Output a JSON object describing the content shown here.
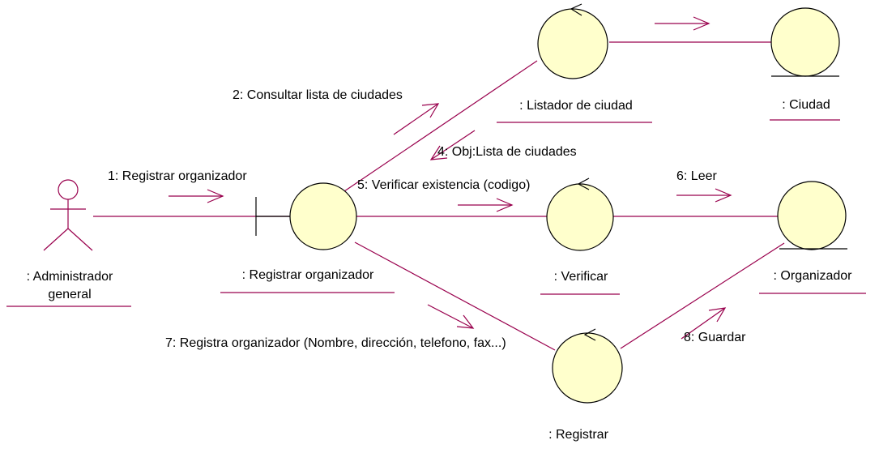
{
  "objects": {
    "actor": {
      "name_line1": ": Administrador",
      "name_line2": "general"
    },
    "boundary": {
      "name": ": Registrar organizador"
    },
    "listador": {
      "name": ": Listador de ciudad"
    },
    "ciudad": {
      "name": ": Ciudad"
    },
    "verificar": {
      "name": ": Verificar"
    },
    "organizador": {
      "name": ": Organizador"
    },
    "registrar": {
      "name": ": Registrar"
    }
  },
  "messages": {
    "m1": "1: Registrar organizador",
    "m2": "2: Consultar lista de ciudades",
    "m4": "4: Obj:Lista de ciudades",
    "m5": "5: Verificar existencia (codigo)",
    "m6": "6: Leer",
    "m7": "7: Registra organizador (Nombre, dirección, telefono, fax...)",
    "m8": "8: Guardar"
  },
  "colors": {
    "link": "#99004d",
    "object_fill": "#ffffcc",
    "outline": "#000000"
  }
}
